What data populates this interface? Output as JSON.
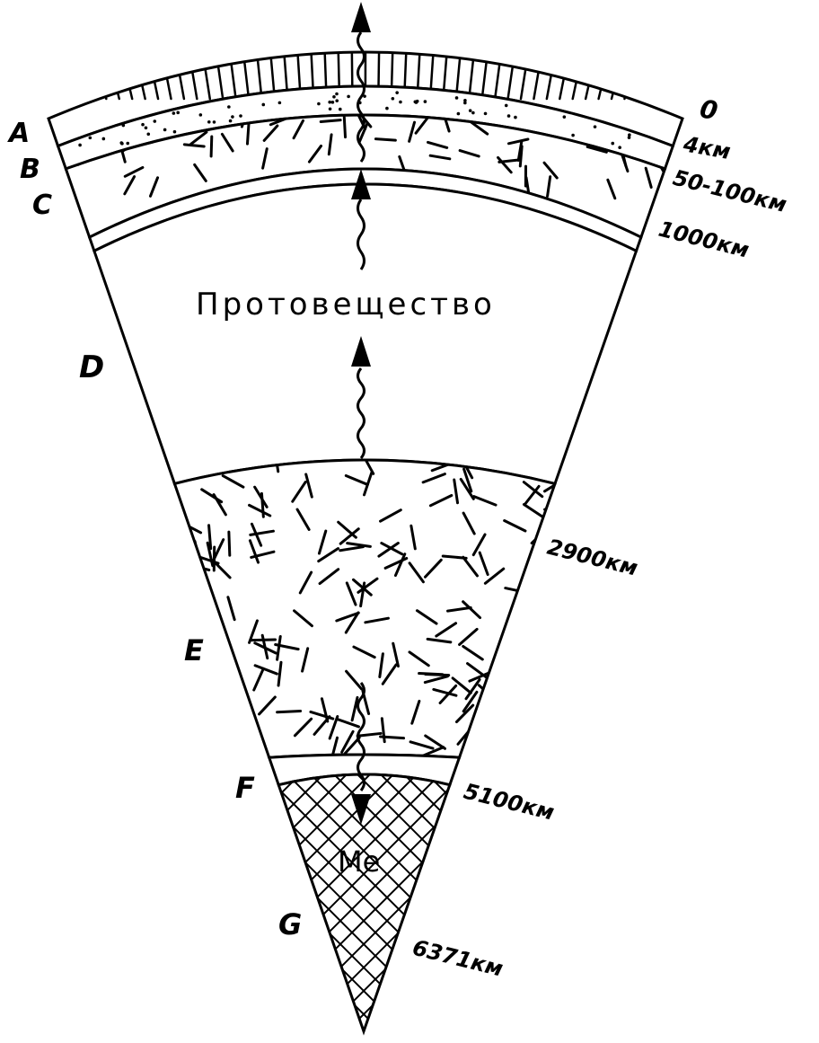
{
  "colors": {
    "ink": "#000000",
    "paper": "#ffffff"
  },
  "layers": [
    {
      "letter": "A",
      "depth": "0"
    },
    {
      "letter": "B",
      "depth": "4км"
    },
    {
      "letter": "C",
      "depth": "50-100км"
    },
    {
      "letter": "D",
      "depth": "1000км"
    },
    {
      "letter": "E",
      "depth": "2900км"
    },
    {
      "letter": "F",
      "depth": "5100км"
    },
    {
      "letter": "G",
      "depth": "6371км"
    }
  ],
  "center_label": "Протовещество",
  "core_label": "Me"
}
